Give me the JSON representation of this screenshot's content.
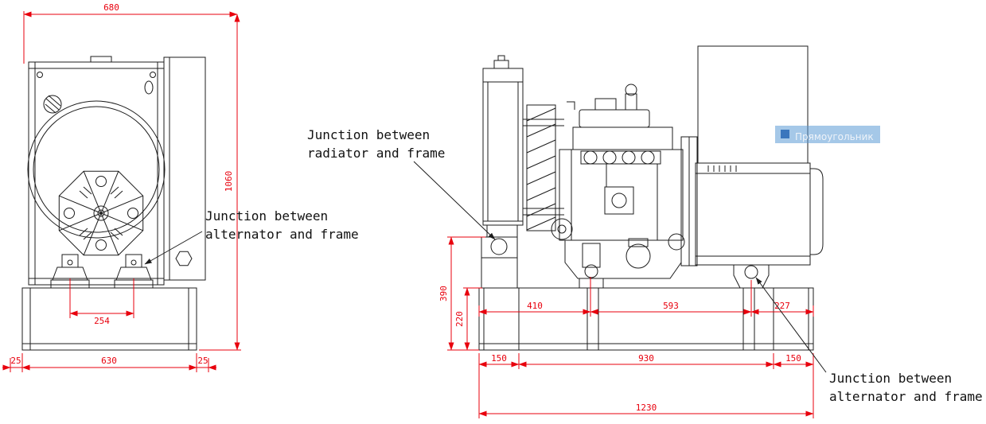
{
  "front_view": {
    "dims": {
      "total_width": "680",
      "total_height": "1060",
      "feet_spacing": "254",
      "left_margin": "25",
      "base_width": "630",
      "right_margin": "25"
    },
    "callout_alternator_line1": "Junction between",
    "callout_alternator_line2": "alternator and frame"
  },
  "side_view": {
    "dims": {
      "foot_height": "390",
      "frame_height": "220",
      "radiator_offset": "410",
      "engine_span": "593",
      "alternator_offset": "227",
      "left_overhang": "150",
      "mount_span": "930",
      "right_overhang": "150",
      "total_length": "1230"
    },
    "callout_radiator_line1": "Junction between",
    "callout_radiator_line2": "radiator and frame",
    "callout_alternator_line1": "Junction between",
    "callout_alternator_line2": "alternator and frame"
  },
  "selection_tooltip": {
    "label": "Прямоугольник",
    "icon": "rectangle-tool-icon"
  },
  "colors": {
    "dimension_red": "#e8000d",
    "line_black": "#1c1c1c",
    "selection_blue": "#5b9bd5"
  }
}
